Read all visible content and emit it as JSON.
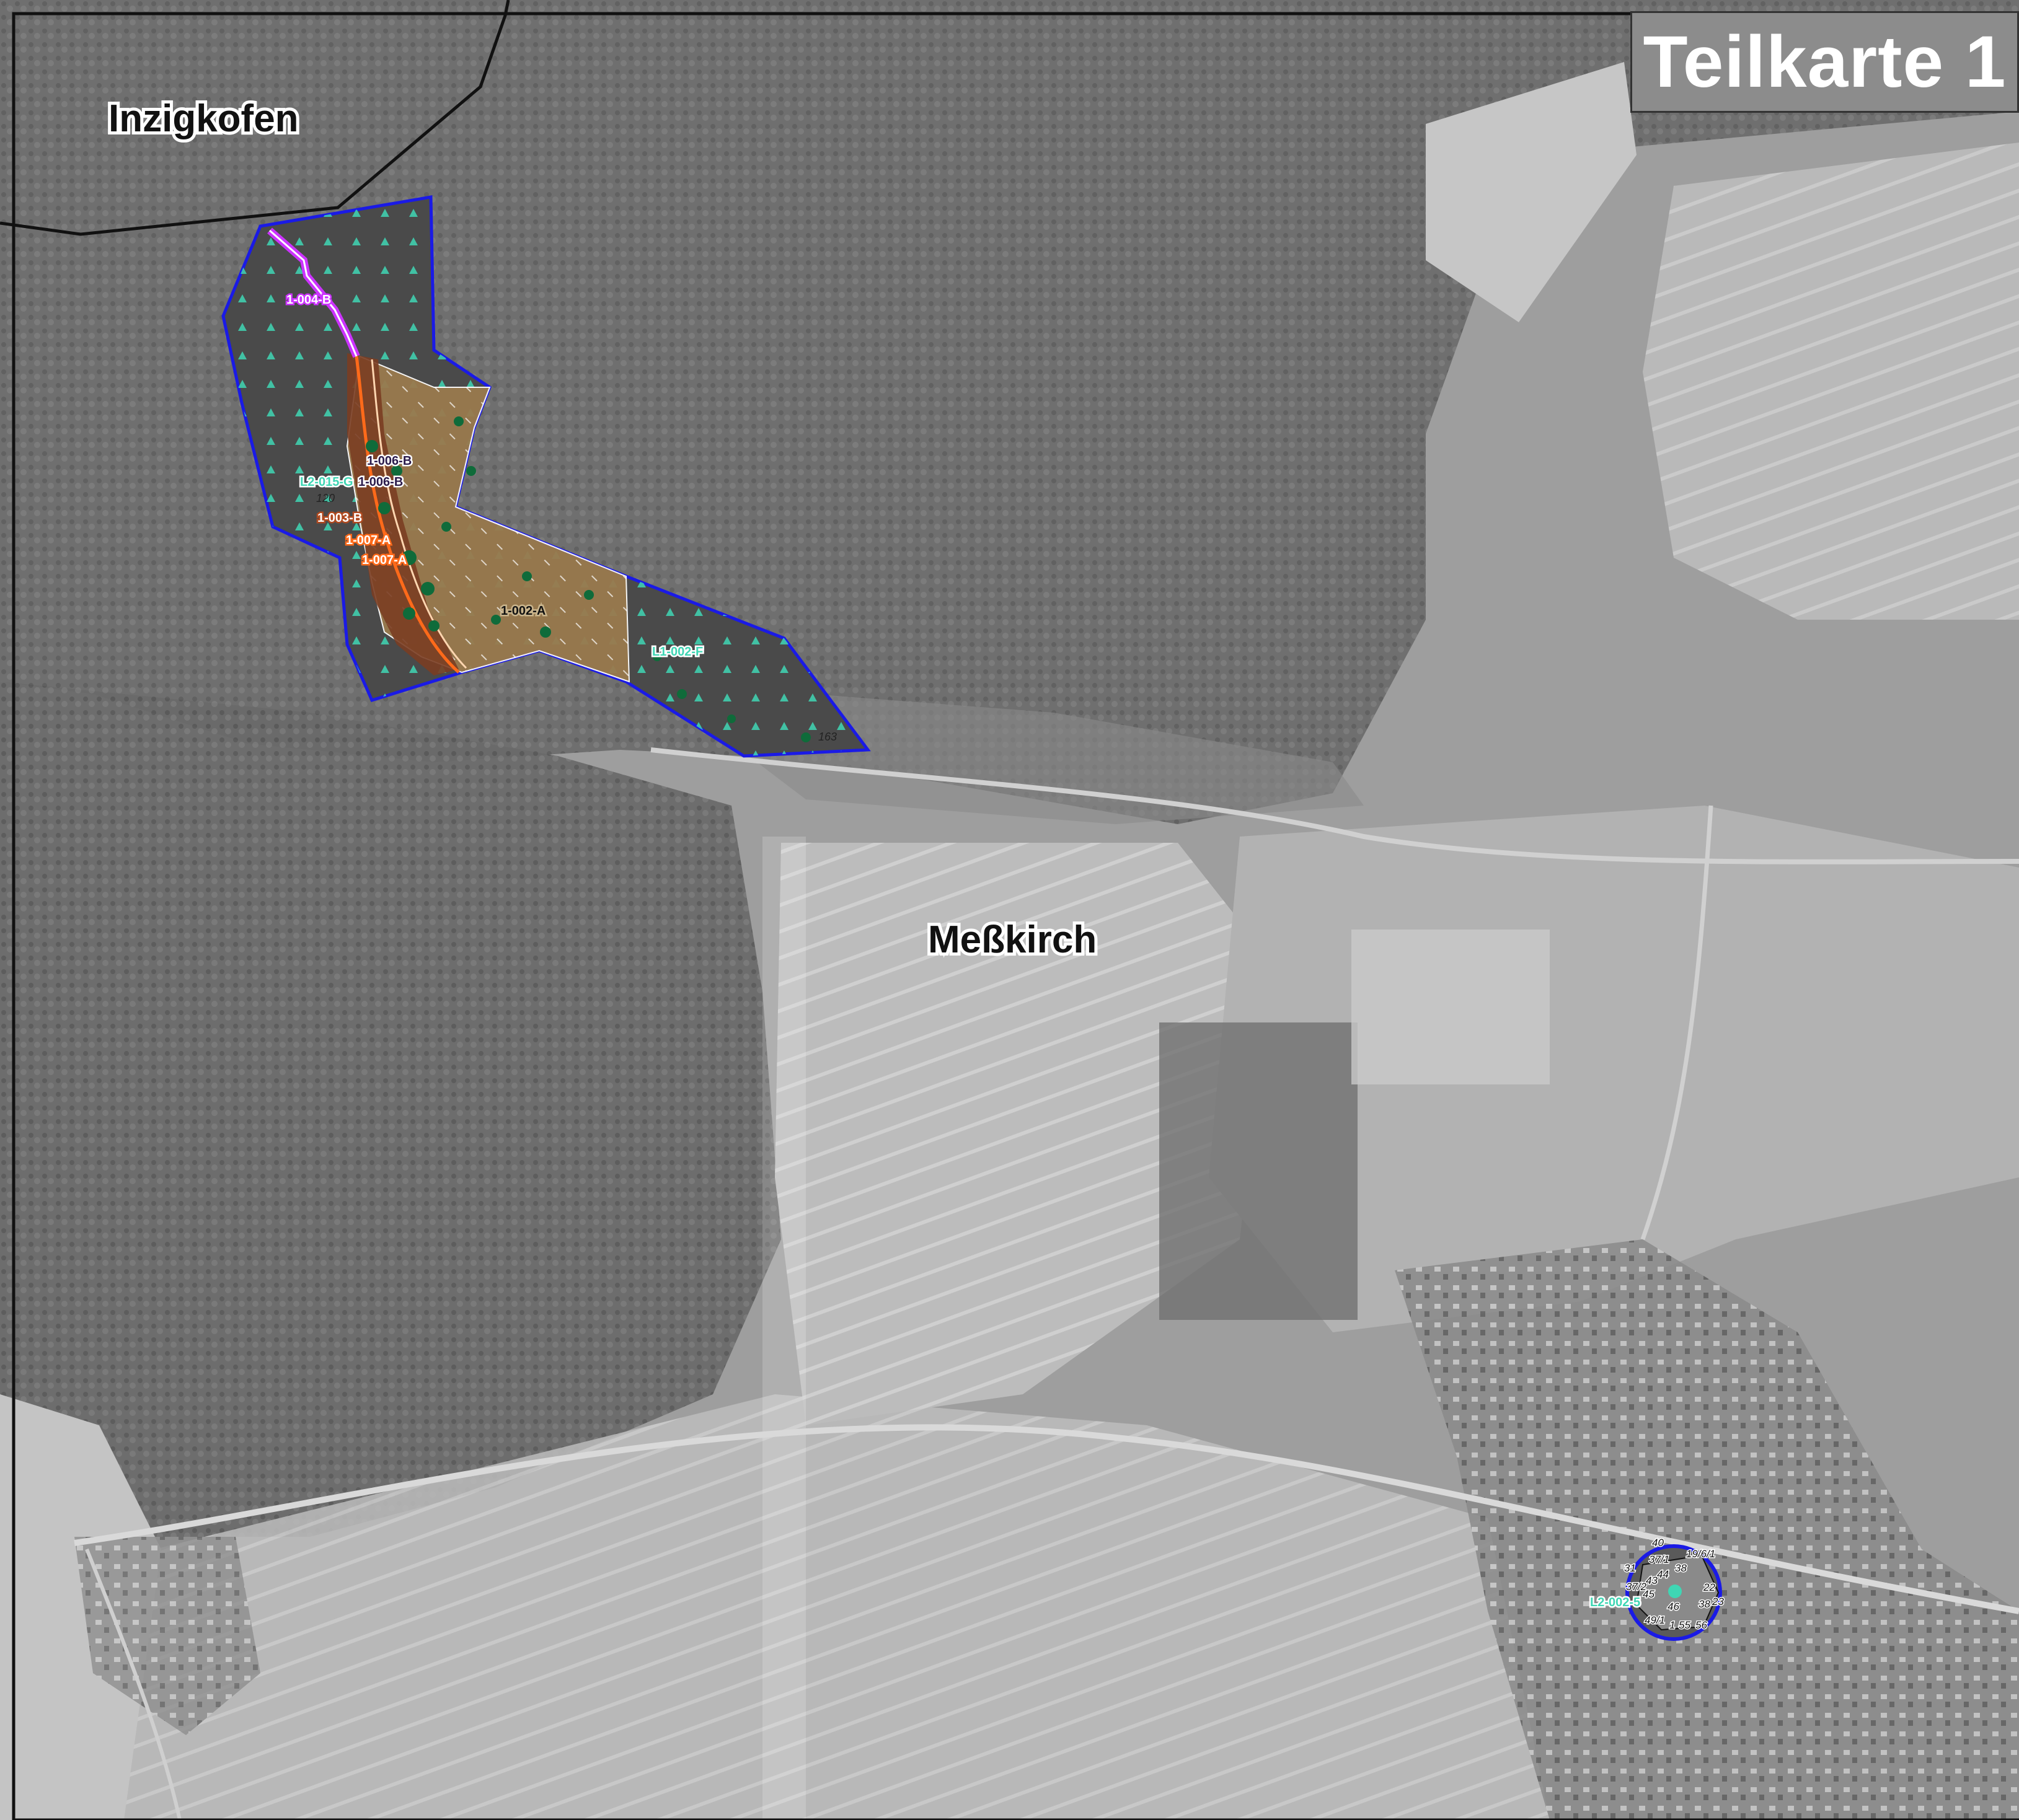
{
  "title": "Teilkarte 1",
  "place_names": {
    "north_west": "Inzigkofen",
    "center": "Meßkirch"
  },
  "unit_labels": {
    "u1004B": "1-004-B",
    "u1006B_top": "1-006-B",
    "u1006B_mid": "1-006-B",
    "uL2015": "L2-015-G",
    "u1003B": "1-003-B",
    "u1007A_1": "1-007-A",
    "u1007A_2": "1-007-A",
    "u1002A": "1-002-A",
    "uL1002": "L1-002-F",
    "uL20025": "L2-002-5",
    "n120": "120",
    "n163": "163"
  },
  "parcel_numbers": [
    "40",
    "37/1",
    "19/6/1",
    "31",
    "44",
    "43",
    "38",
    "37/2",
    "45",
    "46",
    "22",
    "38",
    "49/1",
    "1",
    "55",
    "56",
    "23"
  ],
  "colors": {
    "boundary_blue": "#1a1ae6",
    "boundary_black": "#111111",
    "area_brown": "#9a7a4e",
    "area_dark_brown": "#7a3d22",
    "stream_orange": "#ff6a1a",
    "path_magenta": "#cc33ff",
    "symbol_teal": "#3fd6b4",
    "tree_green": "#0f6b3a",
    "aerial_background": "#9e9e9e"
  }
}
